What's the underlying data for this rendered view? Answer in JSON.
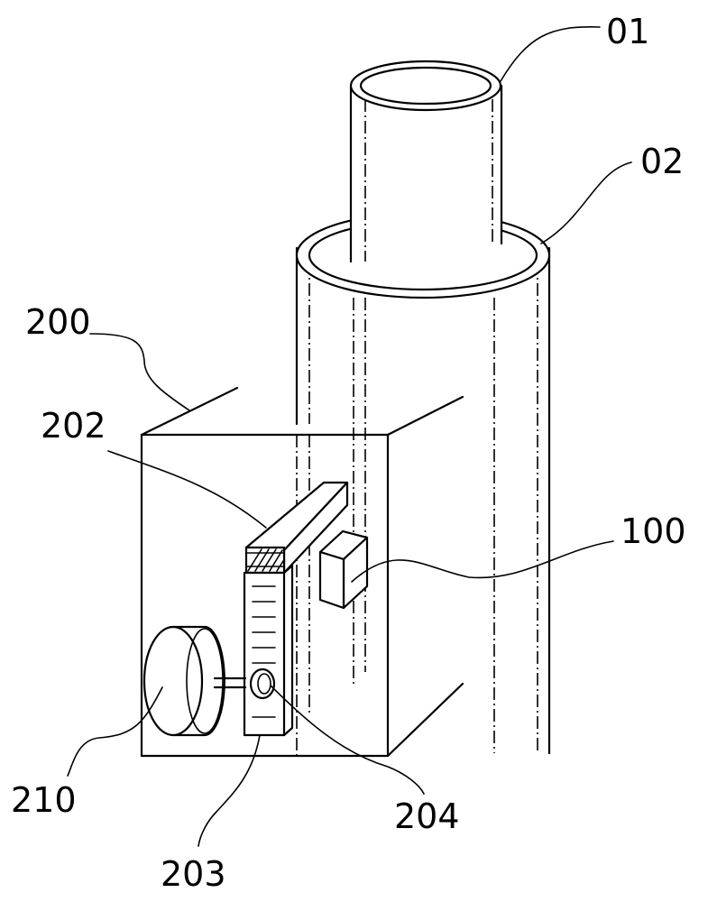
{
  "labels": {
    "inner_tube": "01",
    "outer_tube": "02",
    "housing": "200",
    "arm": "202",
    "sensor_block": "100",
    "motor": "210",
    "rack": "203",
    "gear": "204"
  }
}
